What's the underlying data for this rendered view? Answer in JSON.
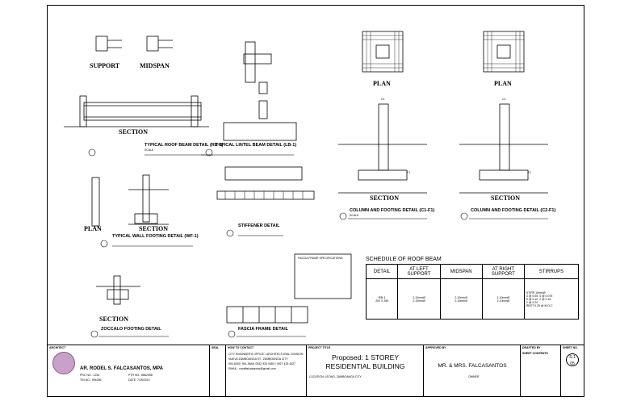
{
  "drawings": {
    "support_label": "SUPPORT",
    "midspan_label": "MIDSPAN",
    "section_label": "SECTION",
    "plan_label": "PLAN",
    "roof_beam_title": "TYPICAL ROOF BEAM DETAIL (RB-1)",
    "lintel_beam_title": "TYPICAL LINTEL BEAM DETAIL (LB-1)",
    "wall_footing_title": "TYPICAL WALL FOOTING DETAIL (WF-1)",
    "stiffener_title": "STIFFENER DETAIL",
    "zocalo_title": "ZOCCALO FOOTING DETAIL",
    "fascia_title": "FASCIA FRAME DETAIL",
    "column_footing_title_1": "COLUMN AND FOOTING DETAIL (C1-F1)",
    "column_footing_title_2": "COLUMN AND FOOTING DETAIL (C2-F1)",
    "scale_label": "SCALE",
    "c1_label": "C1",
    "f1_label": "F1",
    "fascia_specs_title": "FASCIA FRAME SPECIFICATIONS:"
  },
  "schedule": {
    "title": "SCHEDULE OF ROOF BEAM",
    "headers": [
      "DETAIL",
      "AT LEFT SUPPORT",
      "MIDSPAN",
      "AT RIGHT SUPPORT",
      "STIRRUPS"
    ],
    "row": {
      "detail": "RB-1",
      "detail_size": "200 X 250",
      "left_top": "2-10mmØ",
      "left_bot": "2-10mmØ",
      "mid_top": "2-10mmØ",
      "mid_bot": "2-10mmØ",
      "right_top": "2-10mmØ",
      "right_bot": "2-10mmØ",
      "stirrups": [
        "STIRP 10mmØ",
        "4 @ 0.05, 4 @ 0.075",
        "5 @ 0.10, 2 @ 0.15",
        "2 @ 0.20",
        "REST 0.25 @ M.O.C"
      ]
    }
  },
  "title_block": {
    "architect_label": "ARCHITECT",
    "seal_label": "SEAL",
    "contact_label": "HOW TO CONTACT",
    "project_label": "PROJECT TITLE",
    "approved_label": "APPROVED BY",
    "drafted_label": "DRAFTED BY",
    "sheet_contents_label": "SHEET CONTENTS",
    "sheet_label": "SHEET NO.",
    "architect_name": "AR. RODEL S. FALCASANTOS, MPA",
    "project_line1": "Proposed: 1 STOREY",
    "project_line2": "RESIDENTIAL BUILDING",
    "owner_name": "MR. & MRS. FALCASANTOS",
    "owner_label": "OWNER",
    "location": "LOCATION: LEONG, ZAMBOANGA CITY",
    "contact_lines": [
      "CITY ENGINEER'S OFFICE - ARCHITECTURAL DIVISION",
      "NUEVA ZAMBOANGA ST., ZAMBOANGA CITY",
      "992-6300, 991-5648, 0922 933 9483 / 0927 433 4327",
      "EMAIL : rswalfalcasantos@gmail.com"
    ],
    "sheet_no": "S-1",
    "sheet_total": "05",
    "prc_label": "PRC NO.: 1234",
    "ptr_label": "PTR NO.: 8862958",
    "tin_label": "TIN NO.: 994266",
    "date_label": "DATE: 7/25/2019"
  }
}
